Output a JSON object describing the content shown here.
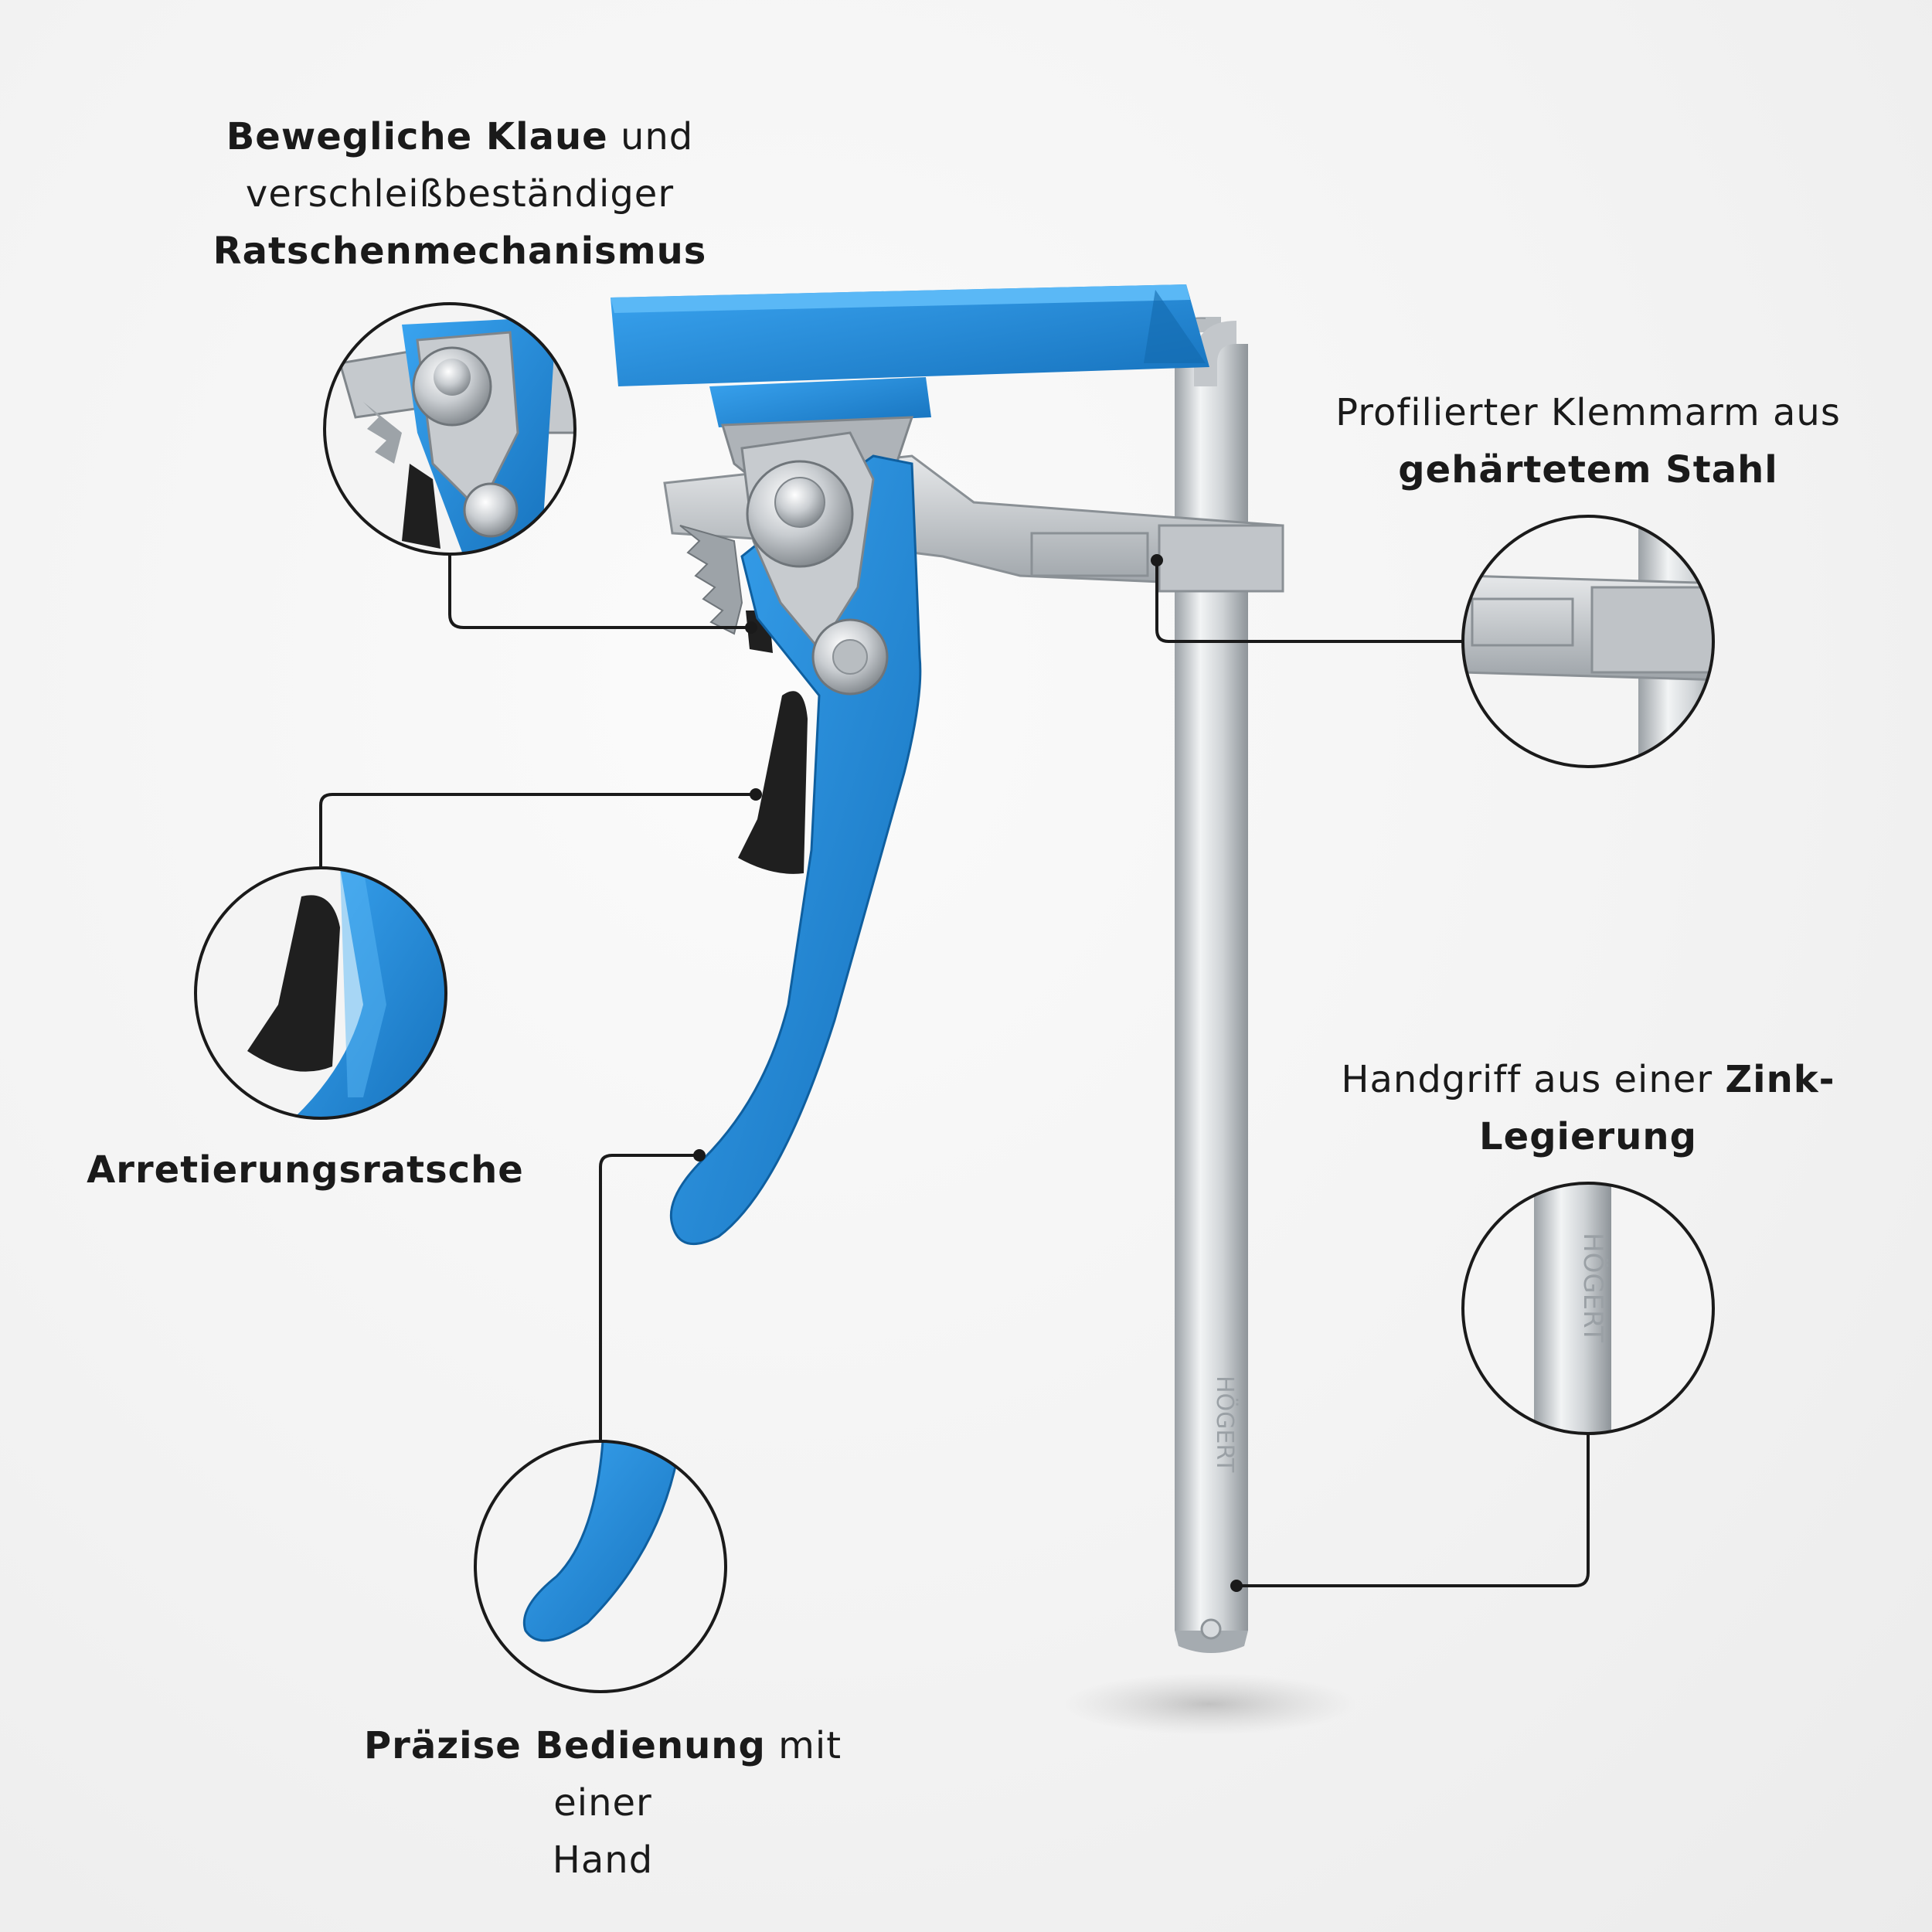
{
  "callouts": {
    "claw": {
      "bold1": "Bewegliche Klaue",
      "text1": " und",
      "text2": "verschleißbeständiger",
      "bold2": "Ratschenmechanismus"
    },
    "arm": {
      "text1": "Profilierter Klemmarm aus",
      "bold1": "gehärtetem Stahl"
    },
    "ratchet": {
      "bold1": "Arretierungsratsche"
    },
    "handle": {
      "text1": "Handgriff aus einer ",
      "bold1": "Zink-",
      "bold2": "Legierung"
    },
    "precision": {
      "bold1": "Präzise Bedienung",
      "text1": " mit einer",
      "text2": "Hand"
    }
  },
  "brand_mark": "HÖGERT",
  "colors": {
    "accent_blue": "#1e88d6",
    "steel": "#c8ccd0",
    "rubber": "#222222",
    "line": "#1a1a1a"
  }
}
